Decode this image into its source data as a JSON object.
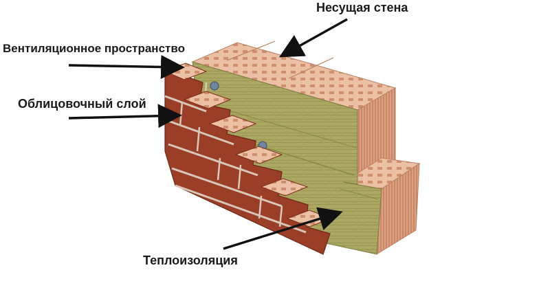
{
  "labels": {
    "bearing_wall": "Несущая стена",
    "ventilation_space": "Вентиляционное пространство",
    "facing_layer": "Облицовочный слой",
    "insulation": "Теплоизоляция"
  },
  "colors": {
    "ceramic_block": "#e9b79b",
    "ceramic_block_dark": "#c98a6a",
    "insulation": "#a8a560",
    "insulation_dark": "#7c7a3e",
    "brick": "#9b3e28",
    "brick_dark": "#6e2616",
    "mortar": "#d9c8b8",
    "arrow": "#111111"
  },
  "icons": [
    "arrow-icon",
    "dowel-icon"
  ]
}
